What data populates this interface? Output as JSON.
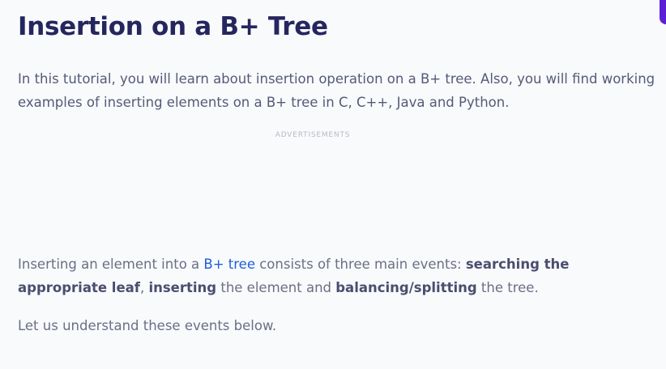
{
  "page": {
    "title": "Insertion on a B+ Tree",
    "intro": "In this tutorial, you will learn about insertion operation on a B+ tree. Also, you will find working examples of inserting elements on a B+ tree in C, C++, Java and Python.",
    "ads_label": "ADVERTISEMENTS"
  },
  "paragraph1": {
    "t1": "Inserting an element into a ",
    "link": "B+ tree",
    "t2": " consists of three main events: ",
    "b1": "searching the appropriate leaf",
    "t3": ", ",
    "b2": "inserting",
    "t4": " the element and ",
    "b3": "balancing/splitting",
    "t5": " the tree."
  },
  "paragraph2": "Let us understand these events below.",
  "colors": {
    "title": "#25265e",
    "body_text": "#6b6f85",
    "link": "#1f5ed6",
    "accent": "#5b1fd6",
    "background": "#f8fafc"
  }
}
